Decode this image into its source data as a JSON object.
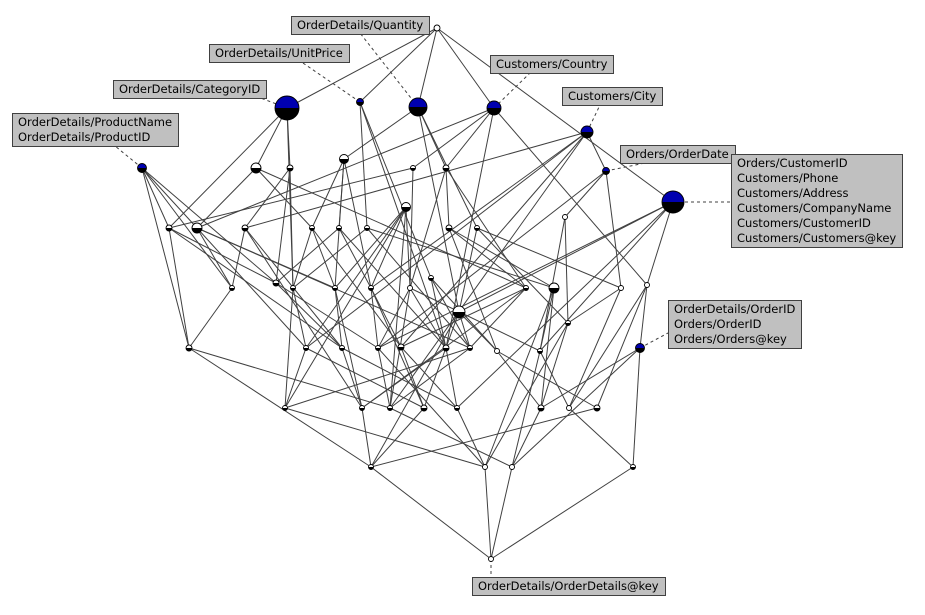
{
  "diagram": {
    "type": "concept-lattice",
    "colors": {
      "edge": "#404040",
      "filled": "#0000b0",
      "node_fill": "#ffffff",
      "node_bottom": "#000000",
      "label_bg": "#c0c0c0",
      "label_border": "#404040",
      "dash": "#404040"
    },
    "labels": [
      {
        "id": "l-od-quantity",
        "lines": [
          "OrderDetails/Quantity"
        ]
      },
      {
        "id": "l-od-unitprice",
        "lines": [
          "OrderDetails/UnitPrice"
        ]
      },
      {
        "id": "l-cust-country",
        "lines": [
          "Customers/Country"
        ]
      },
      {
        "id": "l-od-categoryid",
        "lines": [
          "OrderDetails/CategoryID"
        ]
      },
      {
        "id": "l-cust-city",
        "lines": [
          "Customers/City"
        ]
      },
      {
        "id": "l-od-product",
        "lines": [
          "OrderDetails/ProductName",
          "OrderDetails/ProductID"
        ]
      },
      {
        "id": "l-orders-date",
        "lines": [
          "Orders/OrderDate"
        ]
      },
      {
        "id": "l-cust-main",
        "lines": [
          "Orders/CustomerID",
          "Customers/Phone",
          "Customers/Address",
          "Customers/CompanyName",
          "Customers/CustomerID",
          "Customers/Customers@key"
        ]
      },
      {
        "id": "l-orders-id",
        "lines": [
          "OrderDetails/OrderID",
          "Orders/OrderID",
          "Orders/Orders@key"
        ]
      },
      {
        "id": "l-od-key",
        "lines": [
          "OrderDetails/OrderDetails@key"
        ]
      }
    ]
  }
}
